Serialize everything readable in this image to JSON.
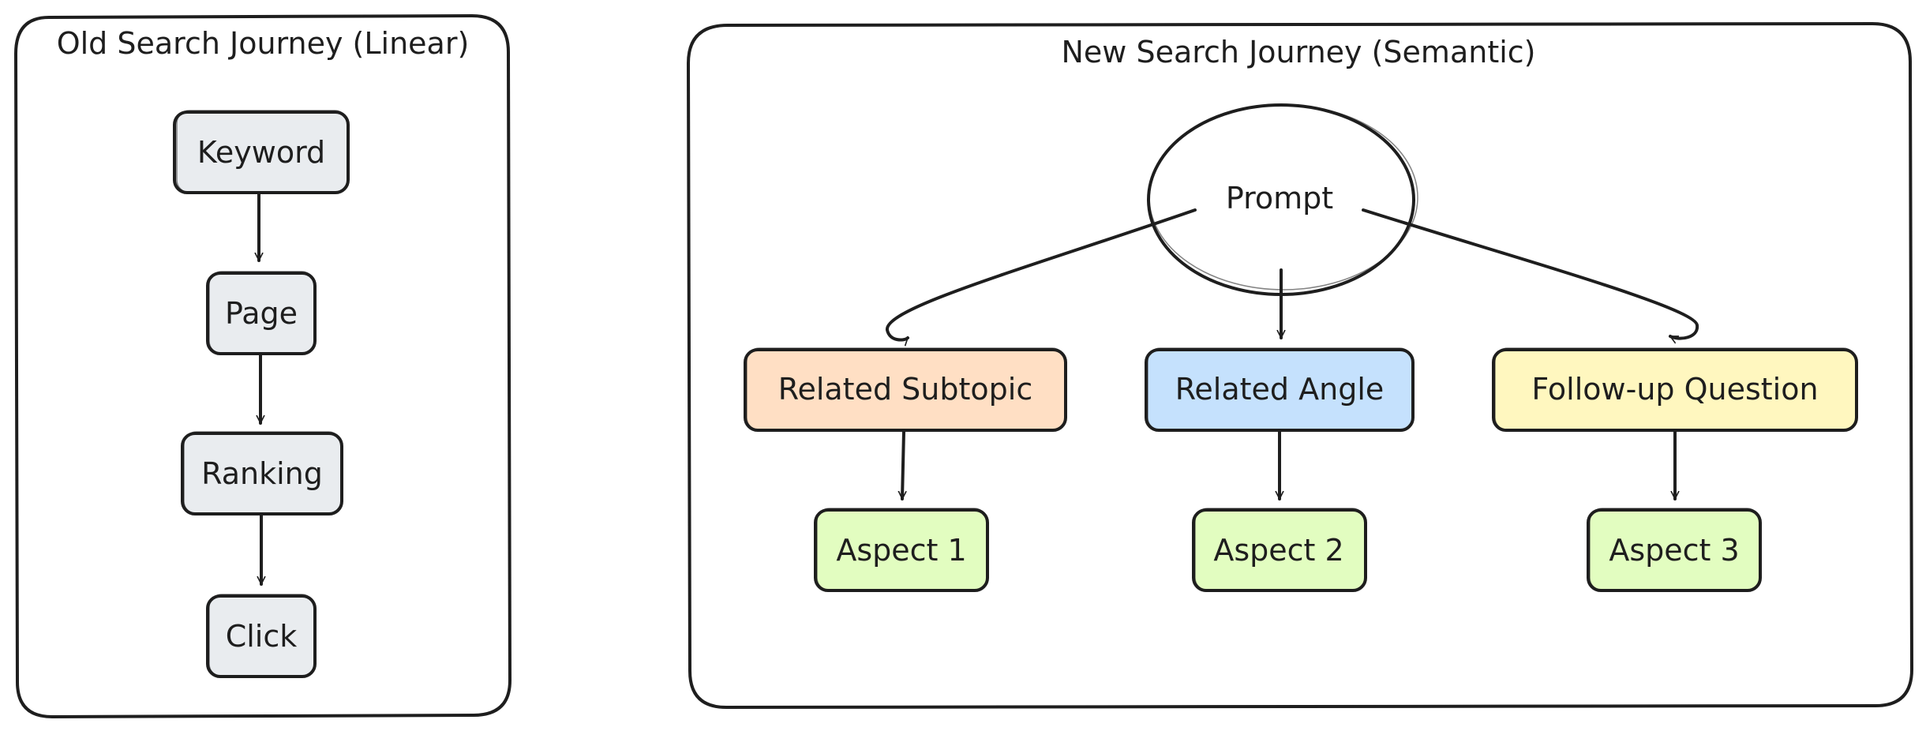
{
  "colors": {
    "stroke": "#1e1e1e",
    "gray_fill": "#e9ecef",
    "orange_fill": "#ffdfc4",
    "blue_fill": "#c5e1fd",
    "yellow_fill": "#fff7bf",
    "green_fill": "#e2fdc0",
    "white_fill": "#ffffff"
  },
  "old_journey": {
    "title": "Old Search Journey (Linear)",
    "nodes": {
      "keyword": "Keyword",
      "page": "Page",
      "ranking": "Ranking",
      "click": "Click"
    }
  },
  "new_journey": {
    "title": "New Search Journey (Semantic)",
    "nodes": {
      "prompt": "Prompt",
      "related_subtopic": "Related Subtopic",
      "related_angle": "Related Angle",
      "followup_question": "Follow-up Question",
      "aspect_1": "Aspect 1",
      "aspect_2": "Aspect 2",
      "aspect_3": "Aspect 3"
    }
  }
}
